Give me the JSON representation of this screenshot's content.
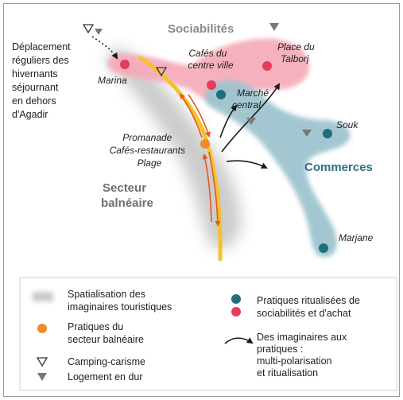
{
  "map": {
    "labels": {
      "sociabilites": "Sociabilités",
      "deplacement": [
        "Déplacement",
        "réguliers des",
        "hivernants",
        "séjournant",
        "en dehors",
        "d'Agadir"
      ],
      "marina": "Marina",
      "cafes_centre": [
        "Cafés du",
        "centre ville"
      ],
      "place_talborj": [
        "Place du",
        "Talborj"
      ],
      "marche_central": [
        "Marché",
        "central"
      ],
      "souk": "Souk",
      "promenade": [
        "Promanade",
        "Cafés-restaurants",
        "Plage"
      ],
      "commerces": "Commerces",
      "secteur": [
        "Secteur",
        "balnéaire"
      ],
      "marjane": "Marjane"
    },
    "colors": {
      "gray_zone": "#c9c9c9",
      "pink_zone": "#f6a9b8",
      "teal_zone": "#9fc4cf",
      "orange": "#f08a2b",
      "yellow_road": "#f6c12f",
      "teal_dot": "#1f6e7a",
      "pink_dot": "#e63c5e"
    }
  },
  "legend": {
    "items": [
      {
        "icon": "gray-swatch-icon",
        "text": [
          "Spatialisation des",
          "imaginaires touristiques"
        ]
      },
      {
        "icon": "orange-dot-icon",
        "text": [
          "Pratiques du",
          "secteur balnéaire"
        ]
      },
      {
        "icon": "hollow-triangle-icon",
        "text": [
          "Camping-carisme"
        ]
      },
      {
        "icon": "filled-triangle-icon",
        "text": [
          "Logement en dur"
        ]
      },
      {
        "icon": "teal-pink-dots-icon",
        "text": [
          "Pratiques ritualisées de",
          "sociabilités et d'achat"
        ]
      },
      {
        "icon": "curved-arrow-icon",
        "text": [
          "Des imaginaires aux",
          "pratiques :",
          "multi-polarisation",
          "et ritualisation"
        ]
      }
    ]
  }
}
